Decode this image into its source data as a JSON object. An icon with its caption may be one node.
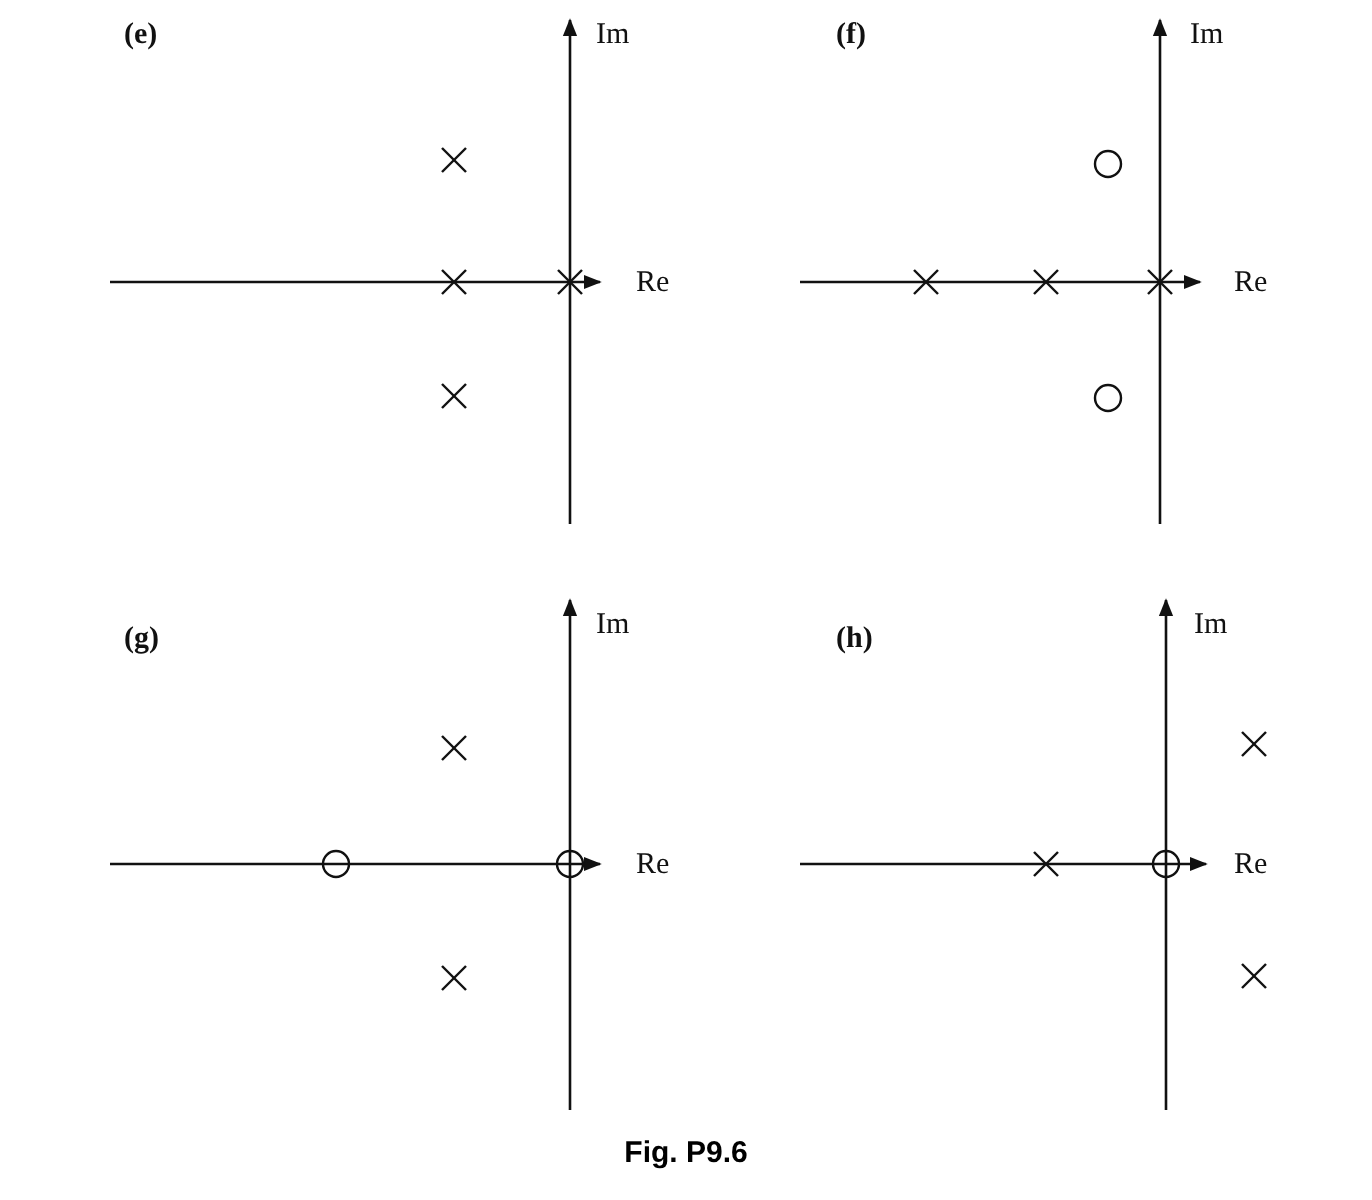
{
  "diagram": {
    "caption": "Fig. P9.6",
    "labels": [
      "(e)",
      "Im",
      "Re",
      "(f)",
      "Im",
      "Re",
      "(g)",
      "Im",
      "Re",
      "(h)",
      "Im",
      "Re"
    ]
  }
}
